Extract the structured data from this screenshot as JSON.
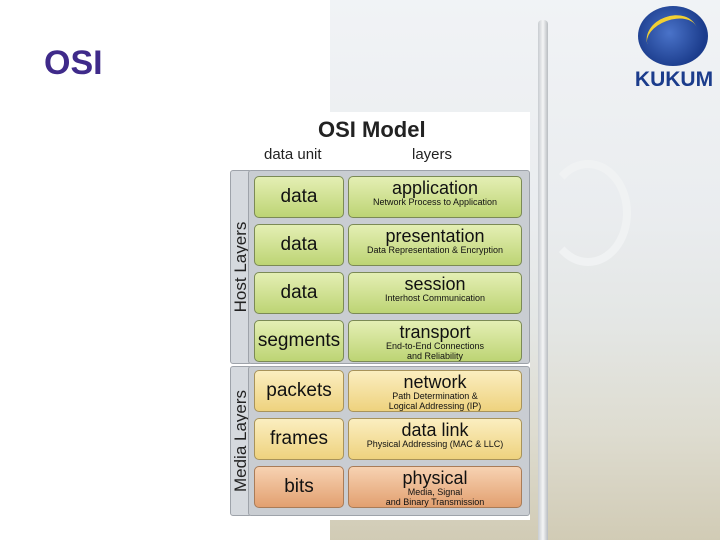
{
  "slide": {
    "title": "OSI",
    "logo_text": "KUKUM"
  },
  "diagram": {
    "title": "OSI Model",
    "col_unit": "data unit",
    "col_layers": "layers",
    "group_host": "Host Layers",
    "group_media": "Media Layers",
    "rows": [
      {
        "unit": "data",
        "layer": "application",
        "desc": "Network Process to Application",
        "desc2": ""
      },
      {
        "unit": "data",
        "layer": "presentation",
        "desc": "Data Representation & Encryption",
        "desc2": ""
      },
      {
        "unit": "data",
        "layer": "session",
        "desc": "Interhost Communication",
        "desc2": ""
      },
      {
        "unit": "segments",
        "layer": "transport",
        "desc": "End-to-End Connections",
        "desc2": "and Reliability"
      },
      {
        "unit": "packets",
        "layer": "network",
        "desc": "Path Determination &",
        "desc2": "Logical Addressing (IP)"
      },
      {
        "unit": "frames",
        "layer": "data link",
        "desc": "Physical Addressing (MAC & LLC)",
        "desc2": ""
      },
      {
        "unit": "bits",
        "layer": "physical",
        "desc": "Media, Signal",
        "desc2": "and Binary Transmission"
      }
    ],
    "colors": {
      "host": "#bdd474",
      "network": "#eed27e",
      "physical": "#e2a070"
    }
  }
}
